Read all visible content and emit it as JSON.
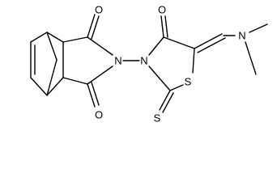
{
  "molecule": {
    "atom_labels": {
      "o_top_left": "O",
      "o_bottom_left": "O",
      "n_imide": "N",
      "n_thiazolidine": "N",
      "o_top_right": "O",
      "s_ring": "S",
      "s_thione": "S",
      "n_dimethylamino": "N"
    }
  }
}
